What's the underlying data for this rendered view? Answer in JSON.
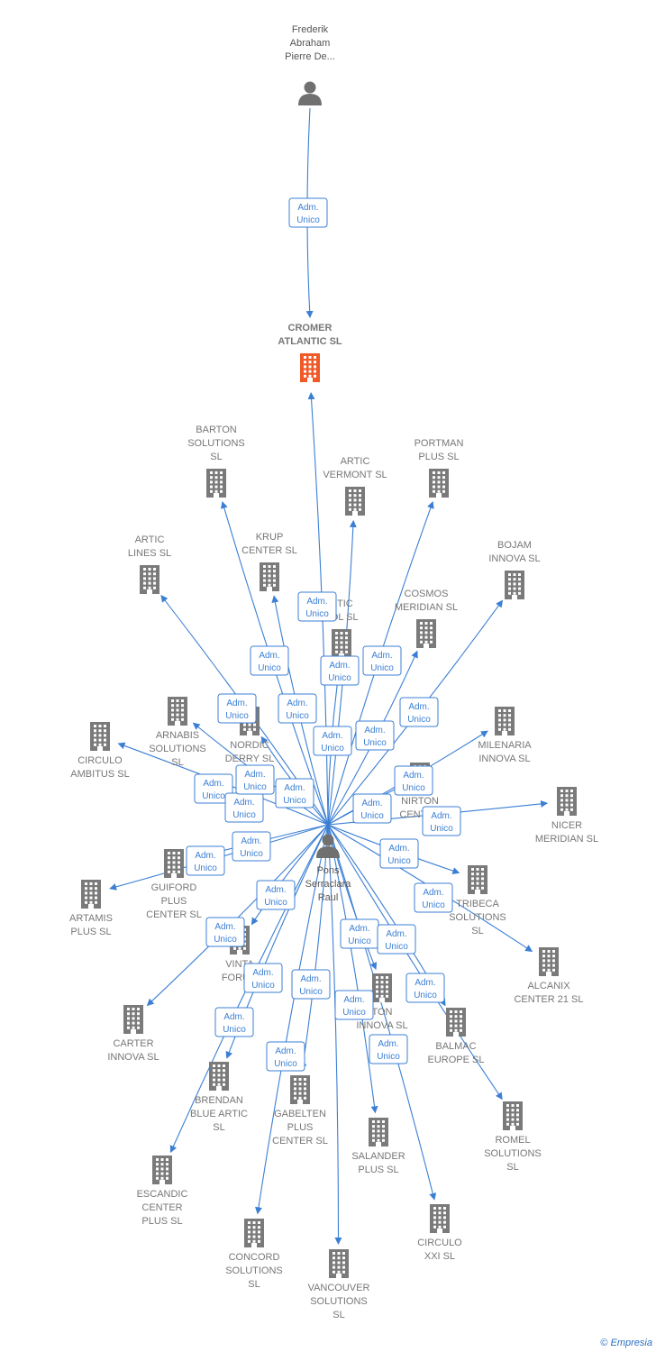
{
  "palette": {
    "edge": "#3b7fd4",
    "company": "#7a7a7a",
    "focus": "#f05a28",
    "person": "#707070",
    "label": "#777777"
  },
  "role_label": [
    "Adm.",
    "Unico"
  ],
  "credit": {
    "symbol": "©",
    "brand": "Empresia"
  },
  "nodes": [
    {
      "id": "frederik",
      "kind": "person",
      "lines": [
        "Frederik",
        "Abraham",
        "Pierre De..."
      ],
      "icon": "person-icon"
    },
    {
      "id": "cromer",
      "kind": "focus",
      "lines": [
        "CROMER",
        "ATLANTIC  SL"
      ],
      "icon": "building-icon"
    },
    {
      "id": "pons",
      "kind": "person",
      "lines": [
        "Pons",
        "Serraclara",
        "Raul"
      ],
      "icon": "person-icon"
    },
    {
      "id": "barton",
      "kind": "company",
      "lines": [
        "BARTON",
        "SOLUTIONS",
        "SL"
      ],
      "icon": "building-icon"
    },
    {
      "id": "artic_vermont",
      "kind": "company",
      "lines": [
        "ARTIC",
        "VERMONT  SL"
      ],
      "icon": "building-icon"
    },
    {
      "id": "portman",
      "kind": "company",
      "lines": [
        "PORTMAN",
        "PLUS SL"
      ],
      "icon": "building-icon"
    },
    {
      "id": "artic_lines",
      "kind": "company",
      "lines": [
        "ARTIC",
        "LINES SL"
      ],
      "icon": "building-icon"
    },
    {
      "id": "krup",
      "kind": "company",
      "lines": [
        "KRUP",
        "CENTER SL"
      ],
      "icon": "building-icon"
    },
    {
      "id": "bojam",
      "kind": "company",
      "lines": [
        "BOJAM",
        "INNOVA  SL"
      ],
      "icon": "building-icon"
    },
    {
      "id": "artic_tol",
      "kind": "company",
      "lines": [
        "RTIC",
        "TOL  SL"
      ],
      "icon": "building-icon"
    },
    {
      "id": "cosmos",
      "kind": "company",
      "lines": [
        "COSMOS",
        "MERIDIAN  SL"
      ],
      "icon": "building-icon"
    },
    {
      "id": "arnabis",
      "kind": "company",
      "lines": [
        "ARNABIS",
        "SOLUTIONS",
        "SL"
      ],
      "icon": "building-icon"
    },
    {
      "id": "circulo_ambitus",
      "kind": "company",
      "lines": [
        "CIRCULO",
        "AMBITUS SL"
      ],
      "icon": "building-icon"
    },
    {
      "id": "nordic",
      "kind": "company",
      "lines": [
        "NORDIC",
        "DERRY  SL"
      ],
      "icon": "building-icon"
    },
    {
      "id": "milenaria",
      "kind": "company",
      "lines": [
        "MILENARIA",
        "INNOVA  SL"
      ],
      "icon": "building-icon"
    },
    {
      "id": "nirton",
      "kind": "company",
      "lines": [
        "NIRTON",
        "CENTER"
      ],
      "icon": "building-icon"
    },
    {
      "id": "nicer",
      "kind": "company",
      "lines": [
        "NICER",
        "MERIDIAN  SL"
      ],
      "icon": "building-icon"
    },
    {
      "id": "guiford",
      "kind": "company",
      "lines": [
        "GUIFORD",
        "PLUS",
        "CENTER SL"
      ],
      "icon": "building-icon"
    },
    {
      "id": "artamis",
      "kind": "company",
      "lines": [
        "ARTAMIS",
        "PLUS SL"
      ],
      "icon": "building-icon"
    },
    {
      "id": "tribeca",
      "kind": "company",
      "lines": [
        "TRIBECA",
        "SOLUTIONS",
        "SL"
      ],
      "icon": "building-icon"
    },
    {
      "id": "alcanix",
      "kind": "company",
      "lines": [
        "ALCANIX",
        "CENTER 21 SL"
      ],
      "icon": "building-icon"
    },
    {
      "id": "vinta",
      "kind": "company",
      "lines": [
        "VINTA",
        "FORUM"
      ],
      "icon": "building-icon"
    },
    {
      "id": "carter",
      "kind": "company",
      "lines": [
        "CARTER",
        "INNOVA SL"
      ],
      "icon": "building-icon"
    },
    {
      "id": "ton_innova",
      "kind": "company",
      "lines": [
        "TON",
        "INNOVA SL"
      ],
      "icon": "building-icon"
    },
    {
      "id": "balmac",
      "kind": "company",
      "lines": [
        "BALMAC",
        "EUROPE SL"
      ],
      "icon": "building-icon"
    },
    {
      "id": "brendan",
      "kind": "company",
      "lines": [
        "BRENDAN",
        "BLUE ARTIC",
        "SL"
      ],
      "icon": "building-icon"
    },
    {
      "id": "gabelten",
      "kind": "company",
      "lines": [
        "GABELTEN",
        "PLUS",
        "CENTER SL"
      ],
      "icon": "building-icon"
    },
    {
      "id": "romel",
      "kind": "company",
      "lines": [
        "ROMEL",
        "SOLUTIONS",
        "SL"
      ],
      "icon": "building-icon"
    },
    {
      "id": "salander",
      "kind": "company",
      "lines": [
        "SALANDER",
        "PLUS SL"
      ],
      "icon": "building-icon"
    },
    {
      "id": "escandic",
      "kind": "company",
      "lines": [
        "ESCANDIC",
        "CENTER",
        "PLUS SL"
      ],
      "icon": "building-icon"
    },
    {
      "id": "circulo_xxi",
      "kind": "company",
      "lines": [
        "CIRCULO",
        "XXI SL"
      ],
      "icon": "building-icon"
    },
    {
      "id": "concord",
      "kind": "company",
      "lines": [
        "CONCORD",
        "SOLUTIONS",
        "SL"
      ],
      "icon": "building-icon"
    },
    {
      "id": "vancouver",
      "kind": "company",
      "lines": [
        "VANCOUVER",
        "SOLUTIONS",
        "SL"
      ],
      "icon": "building-icon"
    }
  ],
  "edges": [
    {
      "from": "frederik",
      "to": "cromer",
      "role": "Adm. Unico"
    },
    {
      "from": "pons",
      "to": "cromer",
      "role": "Adm. Unico"
    },
    {
      "from": "pons",
      "to": "barton",
      "role": "Adm. Unico"
    },
    {
      "from": "pons",
      "to": "artic_vermont",
      "role": "Adm. Unico"
    },
    {
      "from": "pons",
      "to": "portman",
      "role": "Adm. Unico"
    },
    {
      "from": "pons",
      "to": "artic_lines",
      "role": "Adm. Unico"
    },
    {
      "from": "pons",
      "to": "krup",
      "role": "Adm. Unico"
    },
    {
      "from": "pons",
      "to": "bojam",
      "role": "Adm. Unico"
    },
    {
      "from": "pons",
      "to": "artic_tol",
      "role": "Adm. Unico"
    },
    {
      "from": "pons",
      "to": "cosmos",
      "role": "Adm. Unico"
    },
    {
      "from": "pons",
      "to": "arnabis",
      "role": "Adm. Unico"
    },
    {
      "from": "pons",
      "to": "circulo_ambitus",
      "role": "Adm. Unico"
    },
    {
      "from": "pons",
      "to": "nordic",
      "role": "Adm. Unico"
    },
    {
      "from": "pons",
      "to": "milenaria",
      "role": "Adm. Unico"
    },
    {
      "from": "pons",
      "to": "nirton",
      "role": "Adm. Unico"
    },
    {
      "from": "pons",
      "to": "nicer",
      "role": "Adm. Unico"
    },
    {
      "from": "pons",
      "to": "guiford",
      "role": "Adm. Unico"
    },
    {
      "from": "pons",
      "to": "artamis",
      "role": "Adm. Unico"
    },
    {
      "from": "pons",
      "to": "tribeca",
      "role": "Adm. Unico"
    },
    {
      "from": "pons",
      "to": "alcanix",
      "role": "Adm. Unico"
    },
    {
      "from": "pons",
      "to": "vinta",
      "role": "Adm. Unico"
    },
    {
      "from": "pons",
      "to": "carter",
      "role": "Adm. Unico"
    },
    {
      "from": "pons",
      "to": "ton_innova",
      "role": "Adm. Unico"
    },
    {
      "from": "pons",
      "to": "balmac",
      "role": "Adm. Unico"
    },
    {
      "from": "pons",
      "to": "brendan",
      "role": "Adm. Unico"
    },
    {
      "from": "pons",
      "to": "gabelten",
      "role": "Adm. Unico"
    },
    {
      "from": "pons",
      "to": "romel",
      "role": "Adm. Unico"
    },
    {
      "from": "pons",
      "to": "salander",
      "role": "Adm. Unico"
    },
    {
      "from": "pons",
      "to": "escandic",
      "role": "Adm. Unico"
    },
    {
      "from": "pons",
      "to": "circulo_xxi",
      "role": "Adm. Unico"
    },
    {
      "from": "pons",
      "to": "concord",
      "role": "Adm. Unico"
    },
    {
      "from": "pons",
      "to": "vancouver",
      "role": "Adm. Unico"
    }
  ]
}
